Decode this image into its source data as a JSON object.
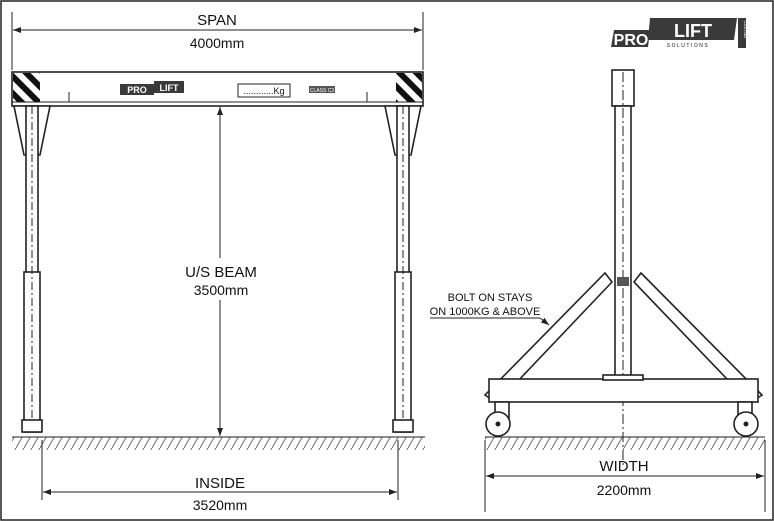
{
  "front_view": {
    "span_label": "SPAN",
    "span_value": "4000mm",
    "beam_height_label": "U/S BEAM",
    "beam_height_value": "3500mm",
    "inside_label": "INSIDE",
    "inside_value": "3520mm",
    "capacity_plate": "............Kg",
    "class_plate": "CLASS C3",
    "beam_logo": "PRO LIFT"
  },
  "side_view": {
    "note_line1": "BOLT ON STAYS",
    "note_line2": "ON 1000KG & ABOVE",
    "width_label": "WIDTH",
    "width_value": "2200mm"
  },
  "logo": {
    "pro": "PRO",
    "lift": "LIFT",
    "sub": "SOLUTIONS",
    "domain": ".com.au"
  },
  "colors": {
    "logo_dark": "#3a3a3a",
    "line": "#222222"
  }
}
